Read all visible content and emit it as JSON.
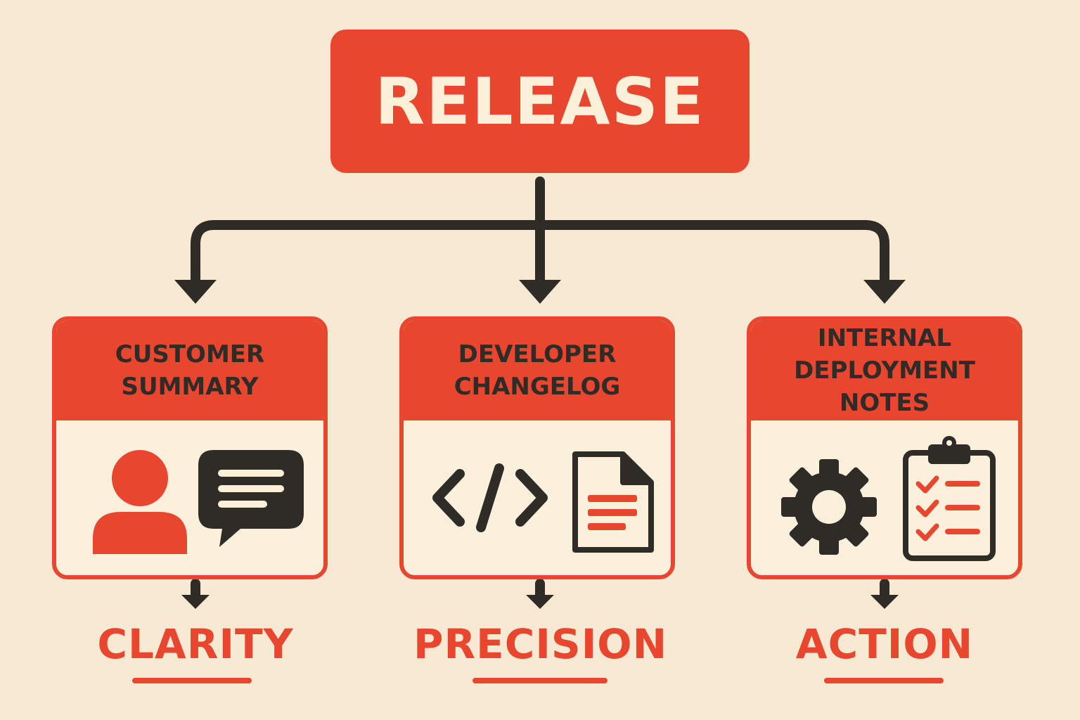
{
  "root": {
    "label": "RELEASE"
  },
  "branches": [
    {
      "title": "CUSTOMER\nSUMMARY",
      "outcome": "CLARITY",
      "icons": [
        "person-icon",
        "chat-bubble-icon"
      ]
    },
    {
      "title": "DEVELOPER\nCHANGELOG",
      "outcome": "PRECISION",
      "icons": [
        "code-brackets-icon",
        "document-icon"
      ]
    },
    {
      "title": "INTERNAL\nDEPLOYMENT NOTES",
      "outcome": "ACTION",
      "icons": [
        "gear-icon",
        "checklist-clipboard-icon"
      ]
    }
  ],
  "colors": {
    "accent": "#e94630",
    "ink": "#2f2b27",
    "background": "#f8ead2",
    "light": "#fbf0d8"
  }
}
